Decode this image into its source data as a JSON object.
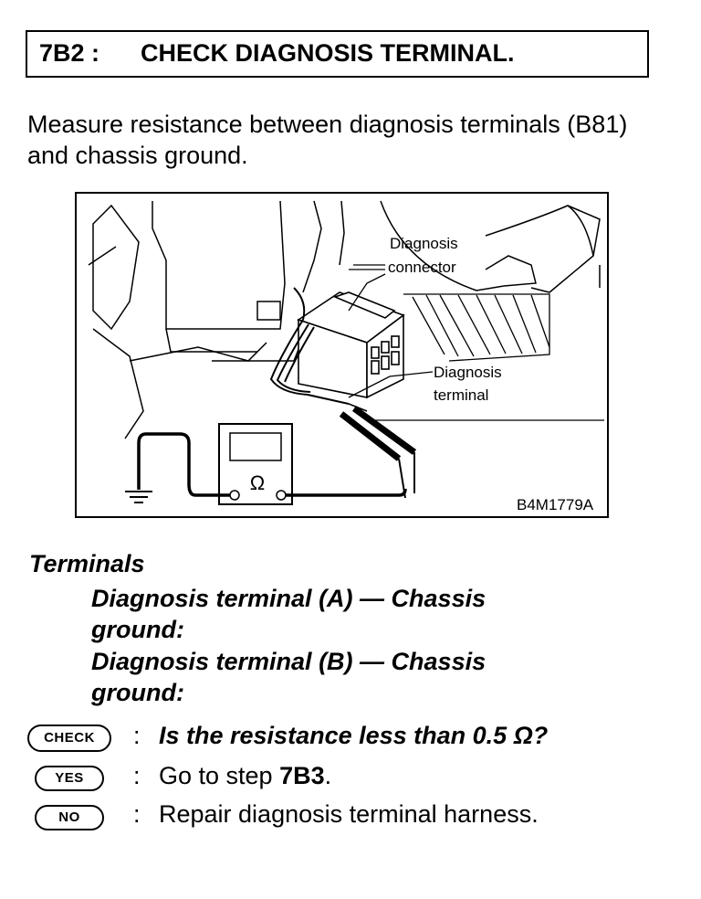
{
  "header": {
    "step_number": "7B2 :",
    "step_title": "CHECK DIAGNOSIS TERMINAL."
  },
  "instruction": "Measure resistance between diagnosis terminals (B81) and chassis ground.",
  "figure": {
    "label_connector_line1": "Diagnosis",
    "label_connector_line2": "connector",
    "label_terminal_line1": "Diagnosis",
    "label_terminal_line2": "terminal",
    "ohm_symbol": "Ω",
    "figure_code": "B4M1779A"
  },
  "terminals": {
    "heading": "Terminals",
    "items": [
      {
        "line1": "Diagnosis terminal (A) — Chassis",
        "line2": "ground:"
      },
      {
        "line1": "Diagnosis terminal (B) — Chassis",
        "line2": "ground:"
      }
    ]
  },
  "results": [
    {
      "badge": "CHECK",
      "colon": ":",
      "text": "Is the resistance less than 0.5 Ω?"
    },
    {
      "badge": "YES",
      "colon": ":",
      "text_prefix": "Go to step ",
      "text_step": "7B3",
      "text_suffix": "."
    },
    {
      "badge": "NO",
      "colon": ":",
      "text": "Repair diagnosis terminal harness."
    }
  ]
}
